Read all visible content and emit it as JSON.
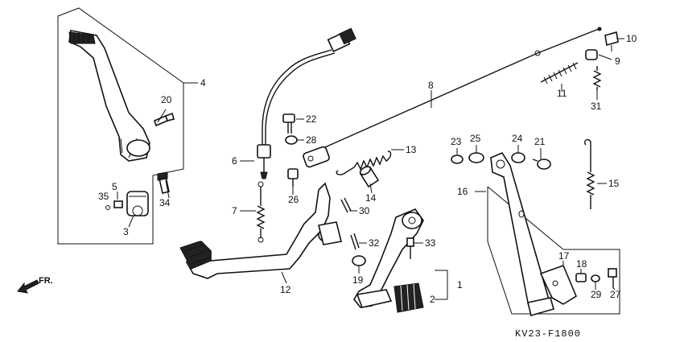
{
  "diagram": {
    "code": "KV23-F1800",
    "direction_label": "FR.",
    "labels": [
      {
        "id": "1",
        "text": "1"
      },
      {
        "id": "2",
        "text": "2"
      },
      {
        "id": "3",
        "text": "3"
      },
      {
        "id": "4",
        "text": "4"
      },
      {
        "id": "5",
        "text": "5"
      },
      {
        "id": "6",
        "text": "6"
      },
      {
        "id": "7",
        "text": "7"
      },
      {
        "id": "8",
        "text": "8"
      },
      {
        "id": "9",
        "text": "9"
      },
      {
        "id": "10",
        "text": "10"
      },
      {
        "id": "11",
        "text": "11"
      },
      {
        "id": "12",
        "text": "12"
      },
      {
        "id": "13",
        "text": "13"
      },
      {
        "id": "14",
        "text": "14"
      },
      {
        "id": "15",
        "text": "15"
      },
      {
        "id": "16",
        "text": "16"
      },
      {
        "id": "17",
        "text": "17"
      },
      {
        "id": "18",
        "text": "18"
      },
      {
        "id": "19",
        "text": "19"
      },
      {
        "id": "20",
        "text": "20"
      },
      {
        "id": "21",
        "text": "21"
      },
      {
        "id": "22",
        "text": "22"
      },
      {
        "id": "23",
        "text": "23"
      },
      {
        "id": "24",
        "text": "24"
      },
      {
        "id": "25",
        "text": "25"
      },
      {
        "id": "26",
        "text": "26"
      },
      {
        "id": "27",
        "text": "27"
      },
      {
        "id": "28",
        "text": "28"
      },
      {
        "id": "29",
        "text": "29"
      },
      {
        "id": "30",
        "text": "30"
      },
      {
        "id": "31",
        "text": "31"
      },
      {
        "id": "32",
        "text": "32"
      },
      {
        "id": "33",
        "text": "33"
      },
      {
        "id": "34",
        "text": "34"
      },
      {
        "id": "35",
        "text": "35"
      }
    ]
  }
}
